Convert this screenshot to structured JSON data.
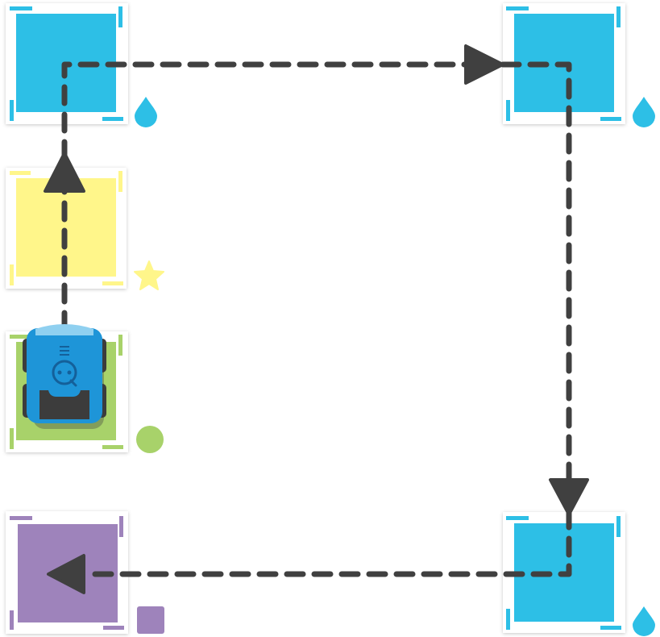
{
  "colors": {
    "blue": "#2dbfe6",
    "yellow": "#fff68a",
    "green": "#a8d26a",
    "purple": "#9e83bb",
    "path": "#404040",
    "robot_body": "#1e95d8",
    "robot_dark": "#3c3c3c"
  },
  "tiles": [
    {
      "id": "tile-top-left",
      "color": "blue",
      "marker": "water-drop-icon"
    },
    {
      "id": "tile-top-right",
      "color": "blue",
      "marker": "water-drop-icon"
    },
    {
      "id": "tile-yellow",
      "color": "yellow",
      "marker": "star-icon"
    },
    {
      "id": "tile-green-start",
      "color": "green",
      "marker": "circle-icon"
    },
    {
      "id": "tile-purple-end",
      "color": "purple",
      "marker": "square-icon"
    },
    {
      "id": "tile-bottom-right",
      "color": "blue",
      "marker": "water-drop-icon"
    }
  ],
  "path": {
    "style": "dashed",
    "direction_sequence": [
      "up",
      "right",
      "down",
      "left"
    ]
  },
  "robot": {
    "name": "robot-icon",
    "facing": "up"
  }
}
